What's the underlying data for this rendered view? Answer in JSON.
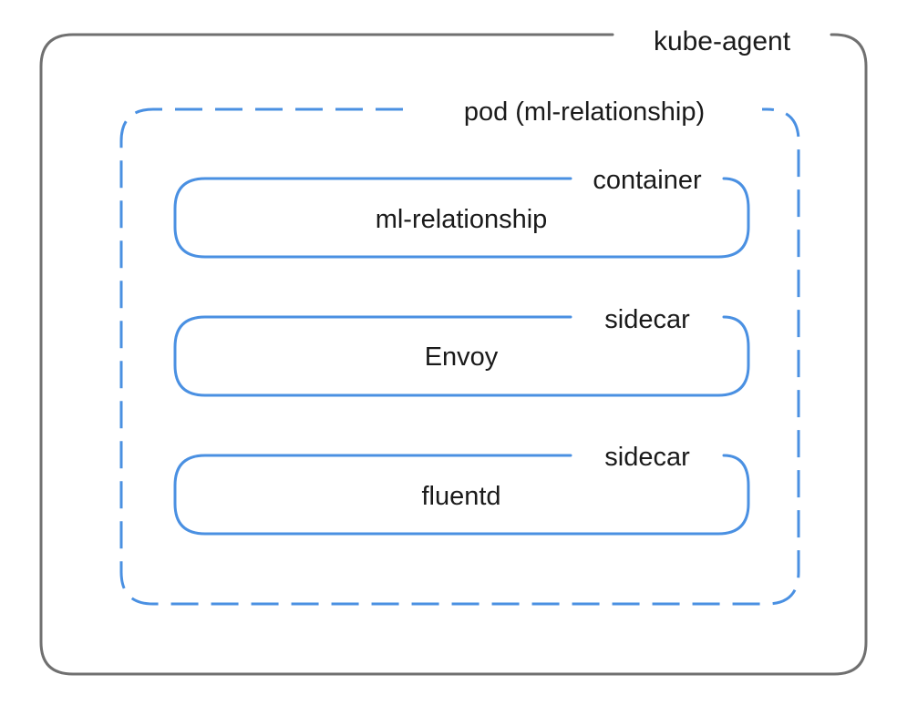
{
  "agent": {
    "label": "kube-agent"
  },
  "pod": {
    "label": "pod (ml-relationship)"
  },
  "containers": [
    {
      "tag": "container",
      "name": "ml-relationship"
    },
    {
      "tag": "sidecar",
      "name": "Envoy"
    },
    {
      "tag": "sidecar",
      "name": "fluentd"
    }
  ],
  "colors": {
    "agent_border": "#707070",
    "pod_border": "#4a90e2",
    "container_border": "#4a90e2",
    "text": "#1a1a1a"
  }
}
